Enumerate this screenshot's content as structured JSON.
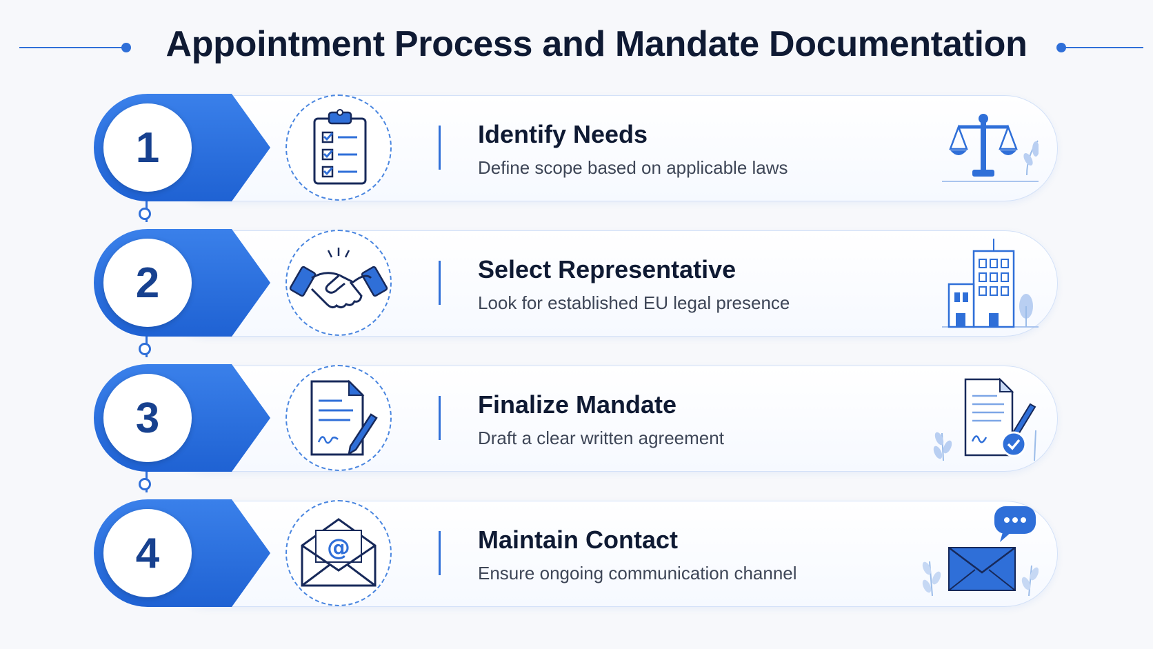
{
  "title": "Appointment Process and Mandate Documentation",
  "colors": {
    "primary": "#2f6fd8",
    "dark_text": "#0f1a33",
    "number_text": "#17418f"
  },
  "steps": [
    {
      "number": "1",
      "title": "Identify Needs",
      "description": "Define scope based on applicable laws",
      "icon": "clipboard-checklist-icon",
      "decoration": "scales-of-justice-icon"
    },
    {
      "number": "2",
      "title": "Select Representative",
      "description": "Look for established EU legal presence",
      "icon": "handshake-icon",
      "decoration": "office-building-icon"
    },
    {
      "number": "3",
      "title": "Finalize Mandate",
      "description": "Draft a clear written agreement",
      "icon": "signed-document-icon",
      "decoration": "approved-document-icon"
    },
    {
      "number": "4",
      "title": "Maintain Contact",
      "description": "Ensure ongoing communication channel",
      "icon": "email-envelope-icon",
      "decoration": "mail-chat-icon"
    }
  ]
}
